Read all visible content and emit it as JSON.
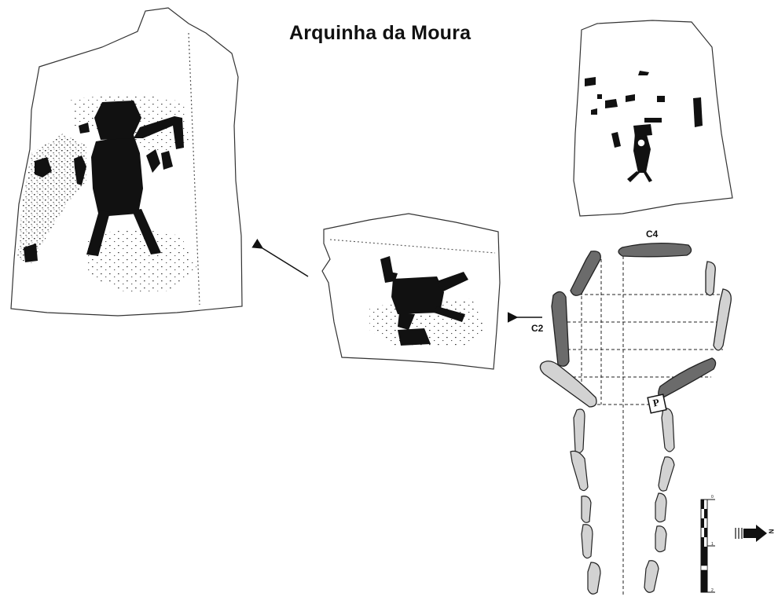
{
  "title": "Arquinha da Moura",
  "plan": {
    "slab_labels": {
      "c4": "C4",
      "c2": "C2",
      "p": "P"
    },
    "colors": {
      "highlighted_slab": "#6b6b6b",
      "other_slab": "#d2d2d2",
      "outline": "#222222"
    }
  },
  "scale_bar": {
    "marks": [
      "0",
      "1",
      "2"
    ]
  },
  "north_arrow": {
    "label": "N"
  },
  "icons": {
    "arrow_to_large_drawing": "arrow-left-icon",
    "arrow_c2": "arrow-left-icon",
    "north": "north-arrow-icon"
  }
}
